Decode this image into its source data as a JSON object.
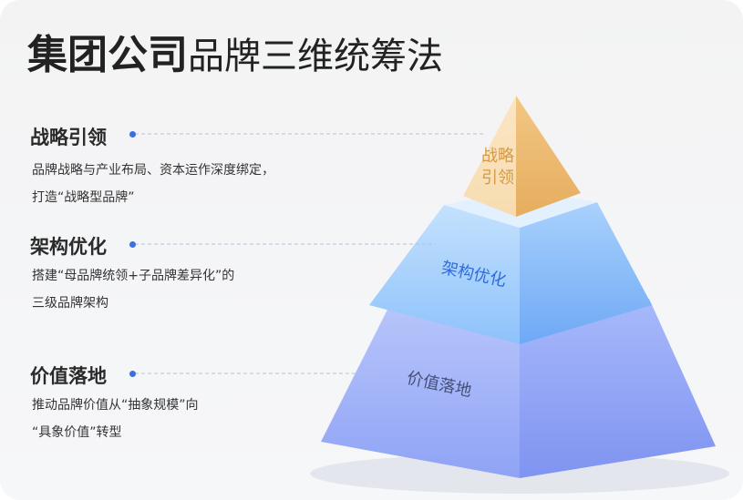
{
  "title": {
    "bold": "集团公司",
    "normal": "品牌三维统筹法"
  },
  "sections": [
    {
      "heading": "战略引领",
      "desc_line1": "品牌战略与产业布局、资本运作深度绑定，",
      "desc_line2": "打造“战略型品牌”"
    },
    {
      "heading": "架构优化",
      "desc_line1": "搭建“母品牌统领+子品牌差异化”的",
      "desc_line2": "三级品牌架构"
    },
    {
      "heading": "价值落地",
      "desc_line1": "推动品牌价值从“抽象规模”向",
      "desc_line2": "“具象价值”转型"
    }
  ],
  "pyramid": {
    "top_line1": "战略",
    "top_line2": "引领",
    "middle": "架构优化",
    "bottom": "价值落地"
  },
  "colors": {
    "accent": "#3c6fe0",
    "gold": "#d49a45",
    "blue": "#3f7be6"
  }
}
